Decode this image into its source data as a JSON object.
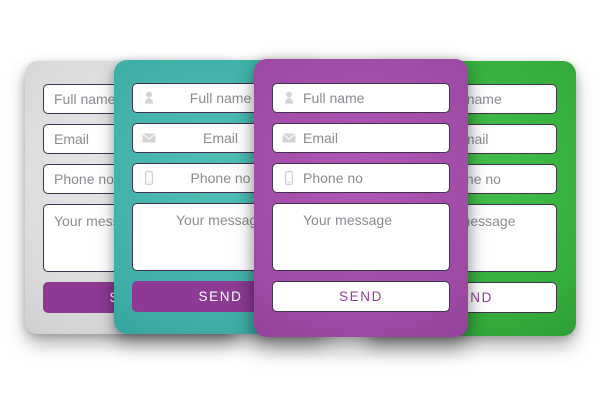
{
  "page": {
    "background_color": "#ffffff"
  },
  "shared": {
    "field_border_color": "#43334f",
    "placeholder_color": "#8d8a91",
    "icon_color": "#d4d2d6",
    "send_purple": "#8c3a93",
    "send_text_purple": "#8e4296"
  },
  "cards": [
    {
      "id": "gray",
      "body_color": "#d9d9d9",
      "style": "plain",
      "fields": [
        {
          "icon": null,
          "placeholder": "Full name",
          "value": ""
        },
        {
          "icon": null,
          "placeholder": "Email",
          "value": ""
        },
        {
          "icon": null,
          "placeholder": "Phone no",
          "value": ""
        }
      ],
      "message": {
        "placeholder": "Your message",
        "value": ""
      },
      "send_label": "SEND",
      "send_style": "filled-purple"
    },
    {
      "id": "teal",
      "body_color": "#3fafa7",
      "style": "icons-centered",
      "fields": [
        {
          "icon": "person-icon",
          "placeholder": "Full name",
          "value": ""
        },
        {
          "icon": "email-icon",
          "placeholder": "Email",
          "value": ""
        },
        {
          "icon": "phone-icon",
          "placeholder": "Phone no",
          "value": ""
        }
      ],
      "message": {
        "placeholder": "Your message",
        "value": ""
      },
      "send_label": "SEND",
      "send_style": "filled-purple"
    },
    {
      "id": "green",
      "body_color": "#35ac3c",
      "style": "icons-centered",
      "fields": [
        {
          "icon": "person-icon",
          "placeholder": "Full name",
          "value": ""
        },
        {
          "icon": "email-icon",
          "placeholder": "Email",
          "value": ""
        },
        {
          "icon": "phone-icon",
          "placeholder": "Phone no",
          "value": ""
        }
      ],
      "message": {
        "placeholder": "Your message",
        "value": ""
      },
      "send_label": "SEND",
      "send_style": "white-purple-text"
    },
    {
      "id": "purple",
      "body_color": "#9d4aa4",
      "style": "icons-left",
      "fields": [
        {
          "icon": "person-icon",
          "placeholder": "Full name",
          "value": ""
        },
        {
          "icon": "email-icon",
          "placeholder": "Email",
          "value": ""
        },
        {
          "icon": "phone-icon",
          "placeholder": "Phone no",
          "value": ""
        }
      ],
      "message": {
        "placeholder": "Your message",
        "value": ""
      },
      "send_label": "SEND",
      "send_style": "white-purple-text"
    }
  ]
}
